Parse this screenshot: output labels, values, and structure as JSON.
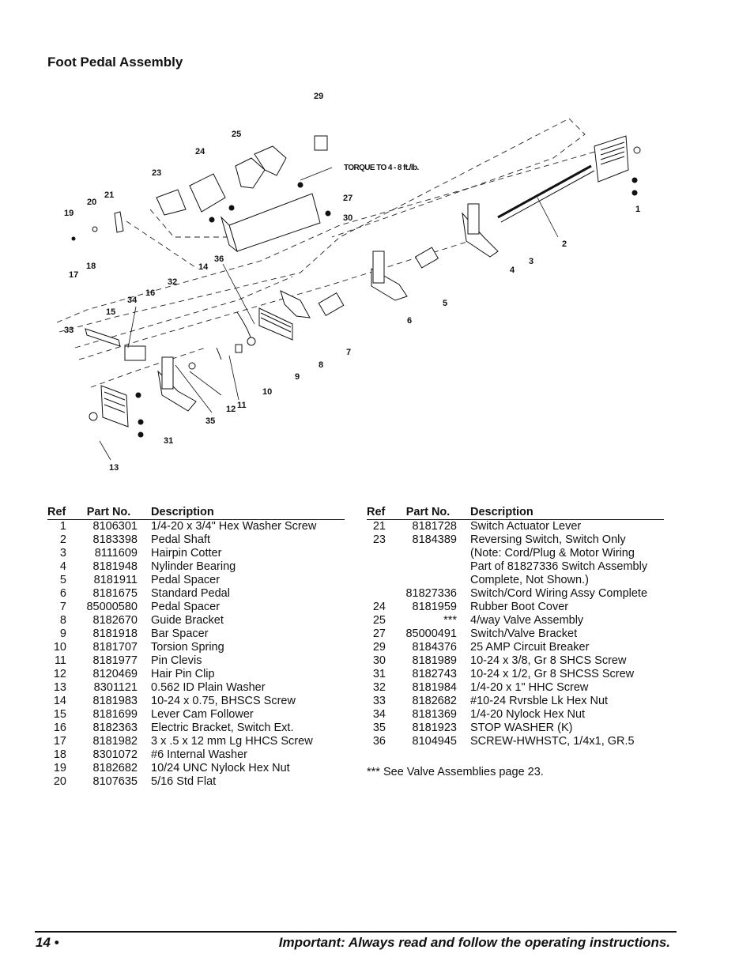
{
  "page": {
    "title": "Foot Pedal Assembly",
    "page_number": "14 •",
    "footer_text": "Important: Always read and follow the operating instructions."
  },
  "diagram": {
    "torque_note": "TORQUE TO 4 - 8 ft./lb.",
    "callouts": [
      "1",
      "2",
      "3",
      "4",
      "5",
      "6",
      "7",
      "8",
      "9",
      "10",
      "11",
      "12",
      "13",
      "14",
      "15",
      "16",
      "17",
      "18",
      "19",
      "20",
      "21",
      "23",
      "24",
      "25",
      "27",
      "29",
      "30",
      "31",
      "32",
      "33",
      "34",
      "35",
      "36"
    ]
  },
  "table": {
    "headers": {
      "ref": "Ref",
      "part": "Part No.",
      "desc": "Description"
    },
    "left": [
      {
        "ref": "1",
        "part": "8106301",
        "desc": "1/4-20 x 3/4\" Hex Washer Screw"
      },
      {
        "ref": "2",
        "part": "8183398",
        "desc": "Pedal Shaft"
      },
      {
        "ref": "3",
        "part": "8111609",
        "desc": "Hairpin Cotter"
      },
      {
        "ref": "4",
        "part": "8181948",
        "desc": "Nylinder Bearing"
      },
      {
        "ref": "5",
        "part": "8181911",
        "desc": "Pedal Spacer"
      },
      {
        "ref": "6",
        "part": "8181675",
        "desc": "Standard Pedal"
      },
      {
        "ref": "7",
        "part": "85000580",
        "desc": "Pedal Spacer"
      },
      {
        "ref": "8",
        "part": "8182670",
        "desc": "Guide Bracket"
      },
      {
        "ref": "9",
        "part": "8181918",
        "desc": "Bar Spacer"
      },
      {
        "ref": "10",
        "part": "8181707",
        "desc": "Torsion Spring"
      },
      {
        "ref": "11",
        "part": "8181977",
        "desc": "Pin Clevis"
      },
      {
        "ref": "12",
        "part": "8120469",
        "desc": "Hair Pin Clip"
      },
      {
        "ref": "13",
        "part": "8301121",
        "desc": "0.562 ID Plain Washer"
      },
      {
        "ref": "14",
        "part": "8181983",
        "desc": "10-24 x 0.75, BHSCS Screw"
      },
      {
        "ref": "15",
        "part": "8181699",
        "desc": "Lever Cam Follower"
      },
      {
        "ref": "16",
        "part": "8182363",
        "desc": "Electric Bracket, Switch Ext."
      },
      {
        "ref": "17",
        "part": "8181982",
        "desc": "3 x .5 x 12 mm Lg HHCS Screw"
      },
      {
        "ref": "18",
        "part": "8301072",
        "desc": "#6 Internal Washer"
      },
      {
        "ref": "19",
        "part": "8182682",
        "desc": "10/24 UNC Nylock Hex Nut"
      },
      {
        "ref": "20",
        "part": "8107635",
        "desc": "5/16 Std Flat"
      }
    ],
    "right": [
      {
        "ref": "21",
        "part": "8181728",
        "desc": "Switch Actuator Lever"
      },
      {
        "ref": "23",
        "part": "8184389",
        "desc": "Reversing Switch, Switch Only"
      },
      {
        "ref": "",
        "part": "",
        "desc": "(Note: Cord/Plug & Motor Wiring"
      },
      {
        "ref": "",
        "part": "",
        "desc": "Part of 81827336 Switch Assembly"
      },
      {
        "ref": "",
        "part": "",
        "desc": "Complete, Not Shown.)"
      },
      {
        "ref": "",
        "part": "81827336",
        "desc": "Switch/Cord Wiring Assy Complete"
      },
      {
        "ref": "24",
        "part": "8181959",
        "desc": "Rubber Boot Cover"
      },
      {
        "ref": "25",
        "part": "***",
        "desc": "4/way Valve Assembly"
      },
      {
        "ref": "27",
        "part": "85000491",
        "desc": "Switch/Valve Bracket"
      },
      {
        "ref": "29",
        "part": "8184376",
        "desc": "25 AMP Circuit Breaker"
      },
      {
        "ref": "30",
        "part": "8181989",
        "desc": "10-24 x 3/8, Gr 8 SHCS Screw"
      },
      {
        "ref": "31",
        "part": "8182743",
        "desc": "10-24 x 1/2, Gr 8 SHCSS Screw"
      },
      {
        "ref": "32",
        "part": "8181984",
        "desc": "1/4-20 x 1\" HHC Screw"
      },
      {
        "ref": "33",
        "part": "8182682",
        "desc": "#10-24 Rvrsble Lk Hex Nut"
      },
      {
        "ref": "34",
        "part": "8181369",
        "desc": "1/4-20 Nylock Hex Nut"
      },
      {
        "ref": "35",
        "part": "8181923",
        "desc": "STOP WASHER (K)"
      },
      {
        "ref": "36",
        "part": "8104945",
        "desc": "SCREW-HWHSTC, 1/4x1, GR.5"
      }
    ],
    "note": "*** See Valve Assemblies page 23."
  }
}
